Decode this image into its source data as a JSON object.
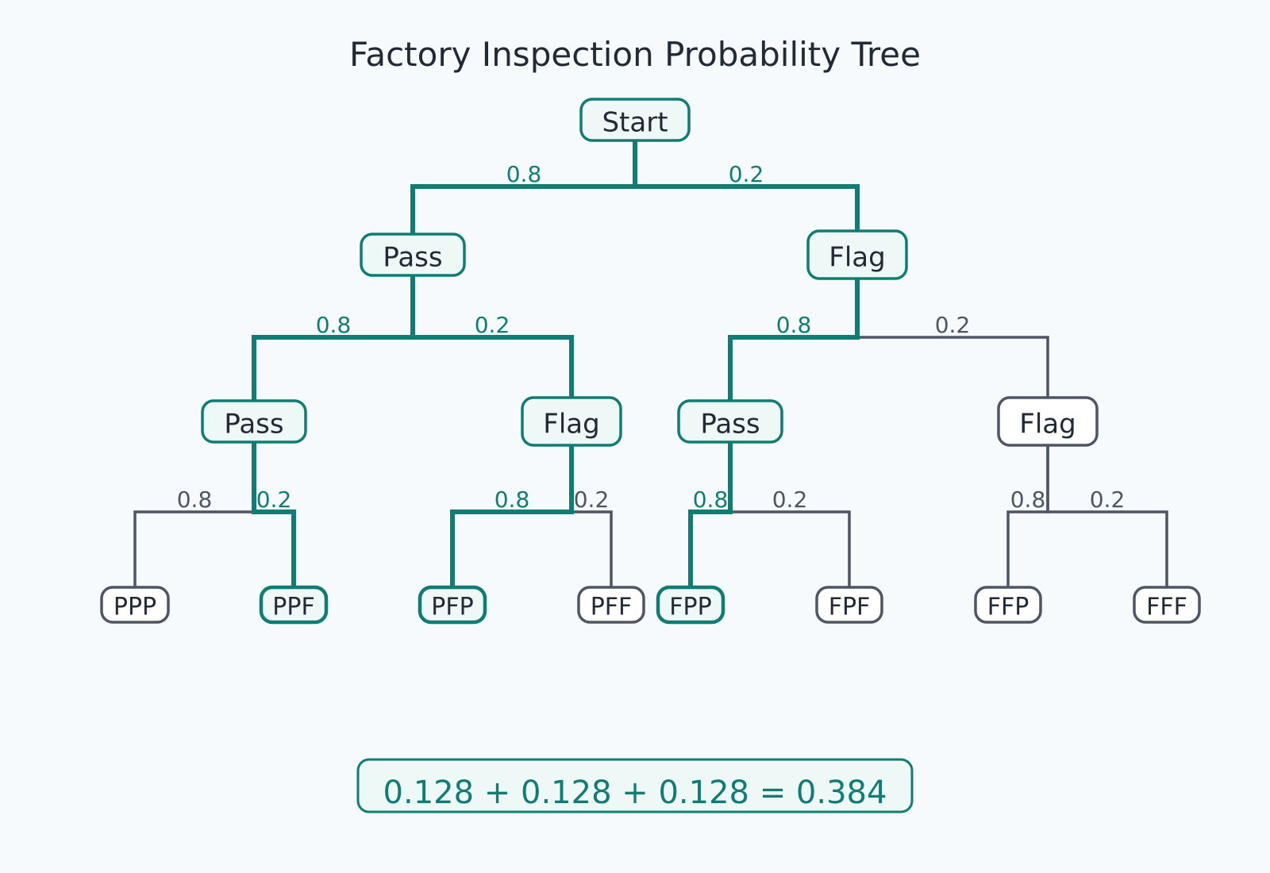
{
  "title": "Factory Inspection Probability Tree",
  "colors": {
    "highlight": "#0f7d74",
    "normal": "#4e5563",
    "highlight_fill": "#eef8f6",
    "normal_fill": "#ffffff",
    "background": "#f7fafc",
    "text": "#222a36"
  },
  "nodes": [
    {
      "id": "start",
      "label": "Start",
      "highlighted": true
    },
    {
      "id": "p",
      "label": "Pass",
      "highlighted": true
    },
    {
      "id": "f",
      "label": "Flag",
      "highlighted": true
    },
    {
      "id": "pp",
      "label": "Pass",
      "highlighted": true
    },
    {
      "id": "pf",
      "label": "Flag",
      "highlighted": true
    },
    {
      "id": "fp",
      "label": "Pass",
      "highlighted": true
    },
    {
      "id": "ff",
      "label": "Flag",
      "highlighted": false
    },
    {
      "id": "ppp",
      "label": "PPP",
      "highlighted": false
    },
    {
      "id": "ppf",
      "label": "PPF",
      "highlighted": true
    },
    {
      "id": "pfp",
      "label": "PFP",
      "highlighted": true
    },
    {
      "id": "pff",
      "label": "PFF",
      "highlighted": false
    },
    {
      "id": "fpp",
      "label": "FPP",
      "highlighted": true
    },
    {
      "id": "fpf",
      "label": "FPF",
      "highlighted": false
    },
    {
      "id": "ffp",
      "label": "FFP",
      "highlighted": false
    },
    {
      "id": "fff",
      "label": "FFF",
      "highlighted": false
    }
  ],
  "edges": [
    {
      "from": "start",
      "to": "p",
      "probability": "0.8",
      "highlighted": true
    },
    {
      "from": "start",
      "to": "f",
      "probability": "0.2",
      "highlighted": true
    },
    {
      "from": "p",
      "to": "pp",
      "probability": "0.8",
      "highlighted": true
    },
    {
      "from": "p",
      "to": "pf",
      "probability": "0.2",
      "highlighted": true
    },
    {
      "from": "f",
      "to": "fp",
      "probability": "0.8",
      "highlighted": true
    },
    {
      "from": "f",
      "to": "ff",
      "probability": "0.2",
      "highlighted": false
    },
    {
      "from": "pp",
      "to": "ppp",
      "probability": "0.8",
      "highlighted": false
    },
    {
      "from": "pp",
      "to": "ppf",
      "probability": "0.2",
      "highlighted": true
    },
    {
      "from": "pf",
      "to": "pfp",
      "probability": "0.8",
      "highlighted": true
    },
    {
      "from": "pf",
      "to": "pff",
      "probability": "0.2",
      "highlighted": false
    },
    {
      "from": "fp",
      "to": "fpp",
      "probability": "0.8",
      "highlighted": true
    },
    {
      "from": "fp",
      "to": "fpf",
      "probability": "0.2",
      "highlighted": false
    },
    {
      "from": "ff",
      "to": "ffp",
      "probability": "0.8",
      "highlighted": false
    },
    {
      "from": "ff",
      "to": "fff",
      "probability": "0.2",
      "highlighted": false
    }
  ],
  "result": "0.128 + 0.128 + 0.128 = 0.384"
}
